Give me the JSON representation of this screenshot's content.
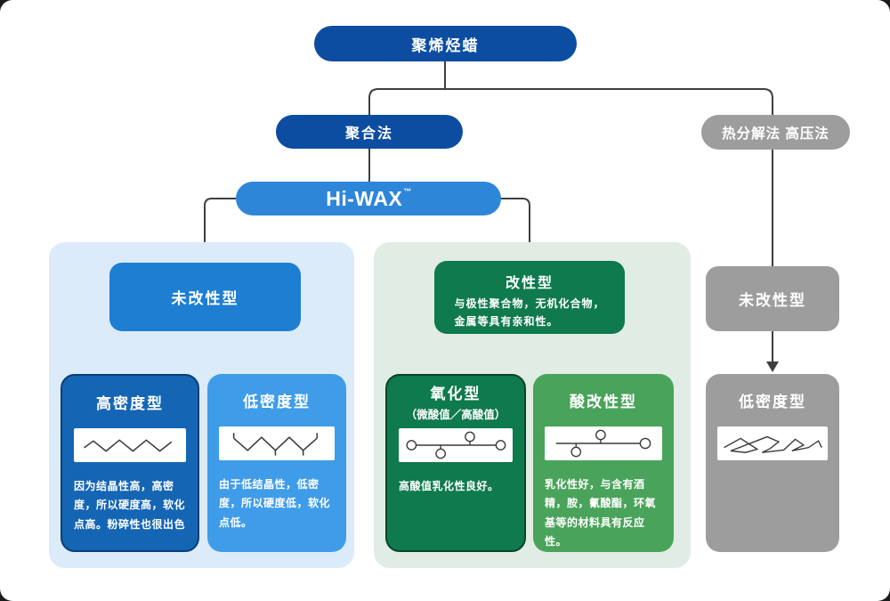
{
  "diagram": {
    "root_label": "聚烯烃蜡",
    "method_polymerization": "聚合法",
    "method_thermal": "热分解法 高压法",
    "brand_name": "Hi-WAX",
    "brand_tm": "™",
    "group_unmodified_blue": "未改性型",
    "group_modified": "改性型",
    "group_modified_desc": "与极性聚合物，无机化合物，\n金属等具有亲和性。",
    "group_unmodified_gray": "未改性型"
  },
  "cards": [
    {
      "title": "高密度型",
      "icon": "straight-chain-icon",
      "desc": "因为结晶性高，高密度，所以硬度高，软化点高。粉碎性也很出色"
    },
    {
      "title": "低密度型",
      "icon": "branched-chain-icon",
      "desc": "由于低结晶性，低密度，所以硬度低，软化点低。"
    },
    {
      "title": "氧化型",
      "subtitle": "（微酸值／高酸值）",
      "icon": "oxidized-chain-icon",
      "desc": "高酸值乳化性良好。"
    },
    {
      "title": "酸改性型",
      "icon": "acid-modified-chain-icon",
      "desc": "乳化性好，与含有酒精，胺，氰酸酯，环氧基等的材料具有反应性。"
    },
    {
      "title": "低密度型",
      "icon": "tangled-chain-icon",
      "desc": ""
    }
  ],
  "colors": {
    "navy": "#0c4da2",
    "brand_blue": "#2e86d9",
    "blue_mid": "#1e7fd2",
    "blue_dark": "#1565b5",
    "blue_light": "#3f9ce9",
    "green_dark": "#0f7a4d",
    "green_mid": "#4aa35b",
    "gray": "#9d9d9d",
    "panel_blue": "#dcebfa",
    "panel_green": "#e1ece5",
    "line": "#3f3f3f"
  }
}
